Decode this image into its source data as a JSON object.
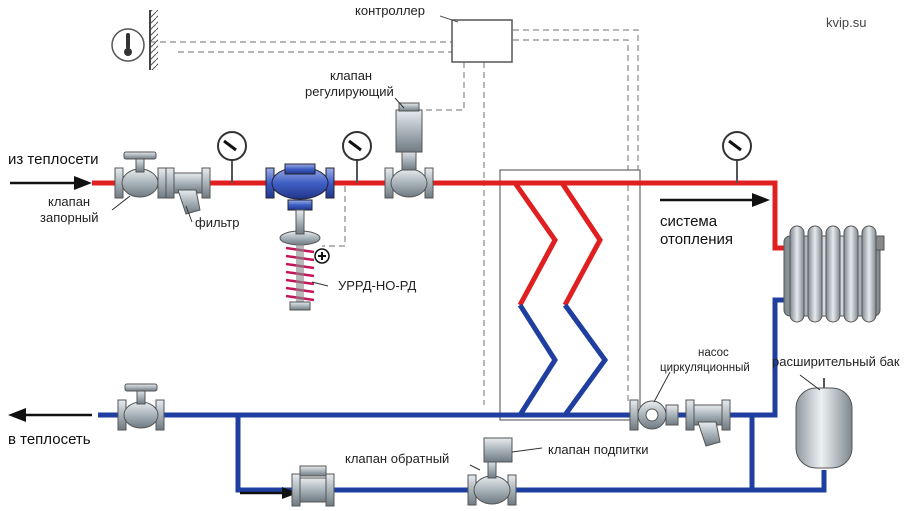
{
  "brand": "kvip.su",
  "labels": {
    "controller": "контроллер",
    "control_valve_line1": "клапан",
    "control_valve_line2": "регулирующий",
    "from_heat_network": "из теплосети",
    "shutoff_valve_line1": "клапан",
    "shutoff_valve_line2": "запорный",
    "filter": "фильтр",
    "regulator": "УРРД-НО-РД",
    "heating_system_line1": "система",
    "heating_system_line2": "отопления",
    "circ_pump_line1": "насос",
    "circ_pump_line2": "циркуляционный",
    "expansion_tank": "расширительный бак",
    "to_heat_network": "в теплосеть",
    "check_valve": "клапан обратный",
    "makeup_valve": "клапан подпитки"
  },
  "colors": {
    "supply": "#e02020",
    "return": "#1f3fa0",
    "equipment": "#9aa5ad",
    "control_line": "#8a8a8a"
  }
}
